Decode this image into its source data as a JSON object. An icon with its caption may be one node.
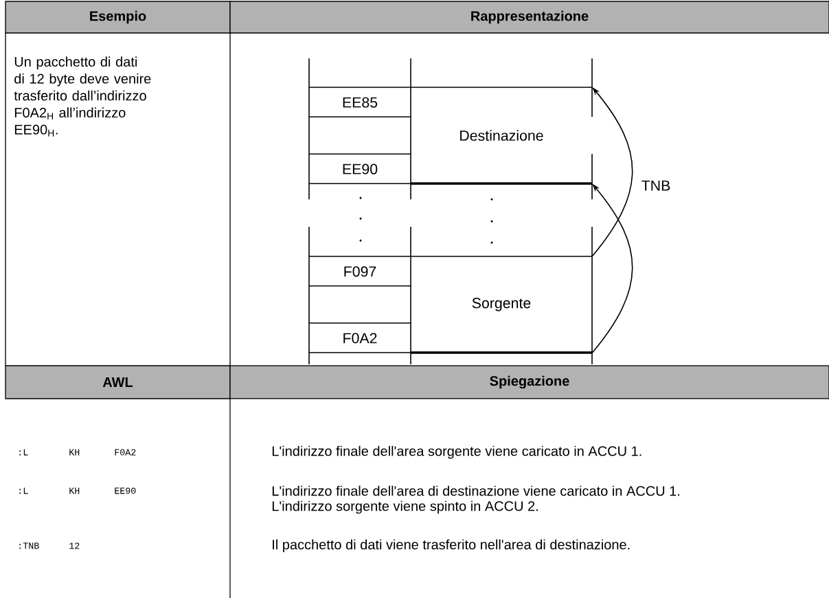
{
  "diagram": {
    "nodes": [
      {
        "text": [
          "EE85"
        ]
      },
      {
        "text": [
          "Destinazione"
        ]
      },
      {
        "text": [
          "EE90"
        ]
      },
      {
        "text": [
          "F097"
        ]
      },
      {
        "text": [
          "Sorgente"
        ]
      },
      {
        "text": [
          "F0A2"
        ]
      }
    ],
    "edges": [
      {
        "from": 4,
        "to": 1,
        "arrow": "to"
      },
      {
        "from": 4,
        "to": 1,
        "arrow": "to"
      }
    ],
    "labels": [
      "Esempio",
      "Rappresentazione",
      "Un pacchetto di dati di 12 byte deve venire trasferito dall’indirizzo F0A2$_{H}$ all’indirizzo EE90$_{H}$.",
      "TNB",
      "AWL",
      "Spiegazione",
      ":L",
      "KH",
      "F0A2",
      "L'indirizzo finale dell'area sorgente viene caricato in ACCU 1.",
      ":L",
      "KH",
      "EE90",
      "L'indirizzo finale dell'area di destinazione viene caricato in ACCU 1.",
      "L'indirizzo sorgente viene spinto in ACCU 2.",
      ":TNB",
      "12",
      "Il pacchetto di dati viene trasferito nell'area di destinazione."
    ]
  }
}
